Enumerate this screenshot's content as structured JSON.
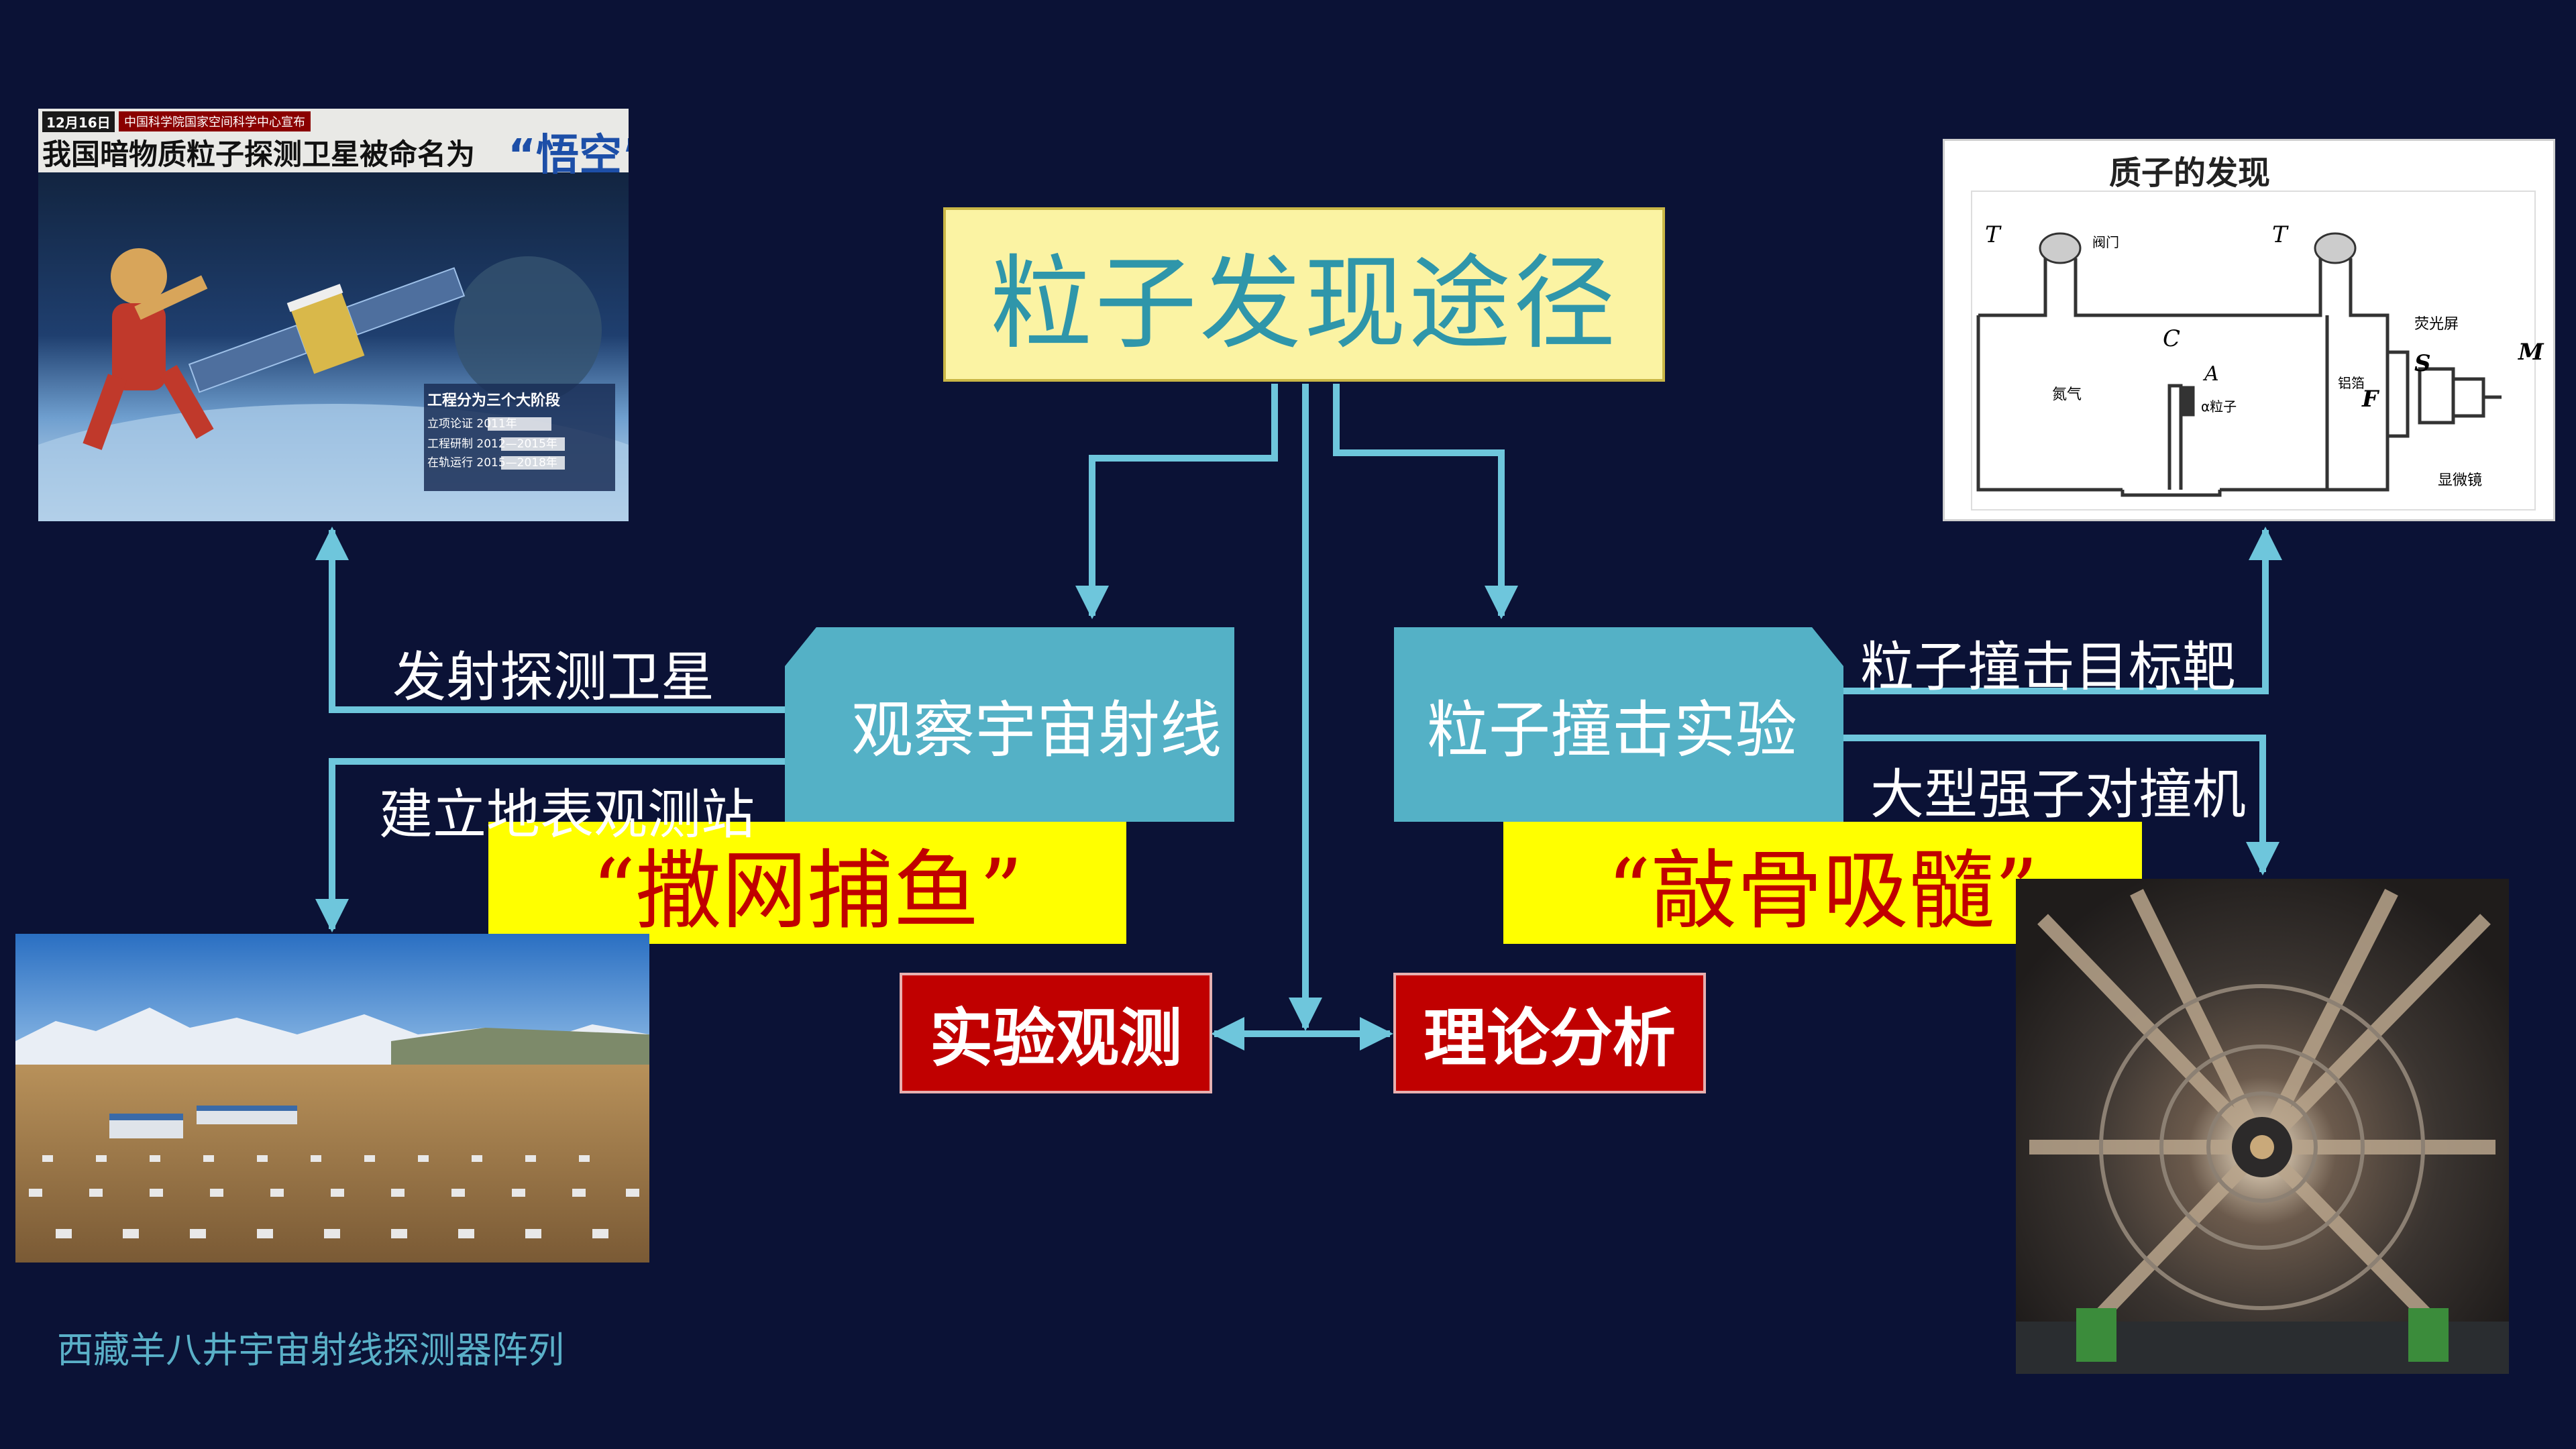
{
  "title": "粒子发现途径",
  "branches": {
    "left": {
      "label": "观察宇宙射线",
      "nickname": "“撒网捕鱼”"
    },
    "right": {
      "label": "粒子撞击实验",
      "nickname": "“敲骨吸髓”"
    }
  },
  "methods": {
    "experiment": "实验观测",
    "theory": "理论分析"
  },
  "left_links": {
    "satellite": "发射探测卫星",
    "ground_station": "建立地表观测站"
  },
  "right_links": {
    "target": "粒子撞击目标靶",
    "collider": "大型强子对撞机"
  },
  "caption": "西藏羊八井宇宙射线探测器阵列",
  "satellite_poster": {
    "date": "12月16日",
    "header": "中国科学院国家空间科学中心宣布",
    "headline": "我国暗物质粒子探测卫星被命名为",
    "name": "“悟空”",
    "stages_title": "工程分为三个大阶段",
    "stage_rows": [
      "立项论证  2011年",
      "工程研制  2012—2015年",
      "在轨运行  2015—2018年"
    ]
  },
  "proton_diagram": {
    "title": "质子的发现",
    "labels": [
      "T",
      "阀门",
      "T",
      "C",
      "荧光屏",
      "氮气",
      "A",
      "α粒子",
      "铝箔",
      "S",
      "F",
      "M",
      "显微镜"
    ]
  },
  "colors": {
    "background": "#0b1236",
    "title_fill": "#fbf3a3",
    "title_text": "#2f96aa",
    "branch_fill": "#54b1c6",
    "connector": "#6ec6dc",
    "highlight": "#ffff00",
    "highlight_text": "#c00000",
    "button_fill": "#c00000"
  }
}
